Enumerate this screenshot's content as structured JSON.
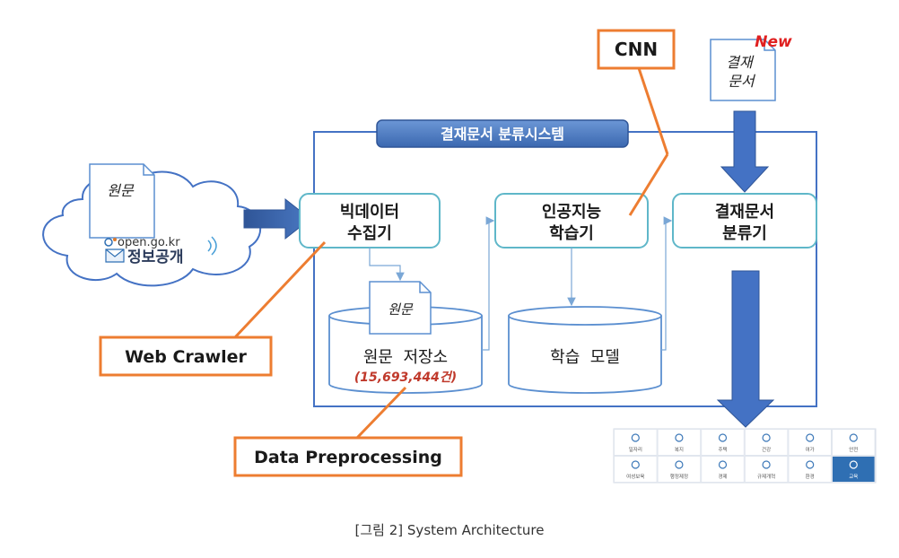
{
  "diagram": {
    "system_title": "결재문서 분류시스템",
    "source": {
      "doc_label": "원문",
      "site_url": "open.go.kr",
      "site_name": "정보공개"
    },
    "new_doc": {
      "badge": "New",
      "label_line1": "결재",
      "label_line2": "문서"
    },
    "collector": {
      "line1": "빅데이터",
      "line2": "수집기"
    },
    "trainer": {
      "line1": "인공지능",
      "line2": "학습기"
    },
    "classifier": {
      "line1": "결재문서",
      "line2": "분류기"
    },
    "raw_store": {
      "doc_label": "원문",
      "label": "원문  저장소",
      "count": "(15,693,444건)"
    },
    "model_store": {
      "label": "학습  모델"
    },
    "callouts": {
      "cnn": "CNN",
      "web_crawler": "Web Crawler",
      "data_preprocessing": "Data Preprocessing"
    },
    "result_categories": [
      "일자리",
      "복지",
      "주택",
      "건강",
      "여가",
      "안전",
      "여성보육",
      "행정제정",
      "경제",
      "규제개혁",
      "환경",
      "교육"
    ],
    "colors": {
      "accent_blue": "#4472c4",
      "title_bar": "#4d7fc7",
      "box_border": "#5fb7c9",
      "callout_orange": "#ed7d31",
      "count_red": "#c0392b",
      "active_tile": "#2f6fb3"
    }
  },
  "caption": "[그림 2] System Architecture"
}
